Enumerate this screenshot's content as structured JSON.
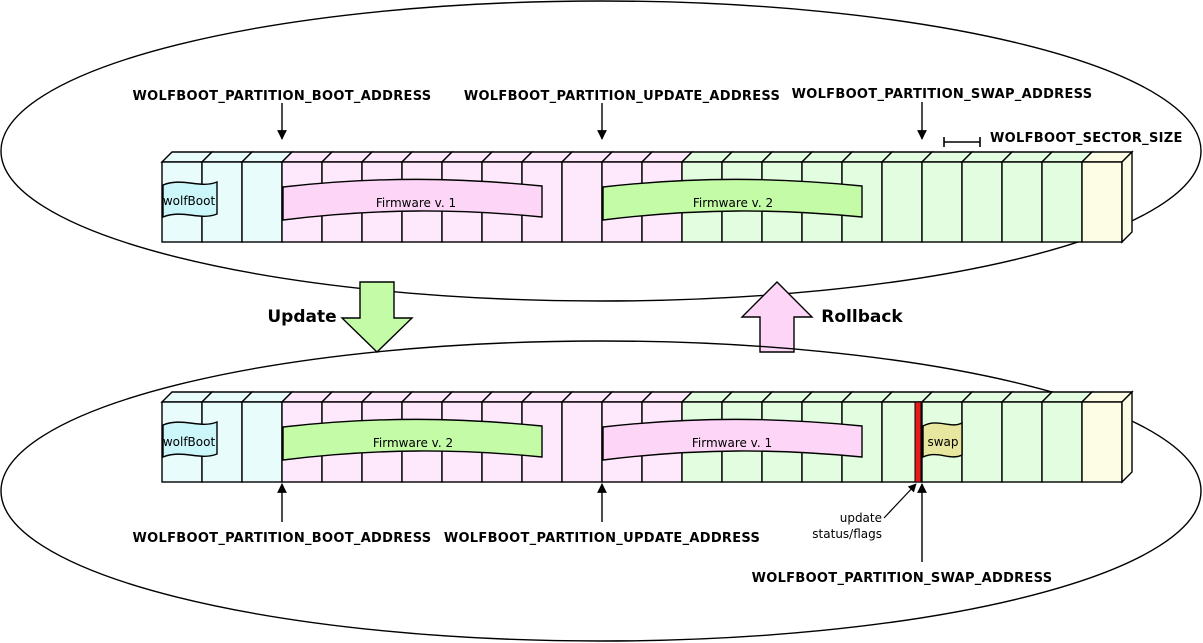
{
  "top": {
    "labels": {
      "boot": "WOLFBOOT_PARTITION_BOOT_ADDRESS",
      "update": "WOLFBOOT_PARTITION_UPDATE_ADDRESS",
      "swap": "WOLFBOOT_PARTITION_SWAP_ADDRESS",
      "sector": "WOLFBOOT_SECTOR_SIZE"
    },
    "bootloader": "wolfBoot",
    "boot_image": "Firmware v. 1",
    "update_image": "Firmware v. 2"
  },
  "transitions": {
    "update": "Update",
    "rollback": "Rollback"
  },
  "bottom": {
    "labels": {
      "boot": "WOLFBOOT_PARTITION_BOOT_ADDRESS",
      "update": "WOLFBOOT_PARTITION_UPDATE_ADDRESS",
      "swap": "WOLFBOOT_PARTITION_SWAP_ADDRESS"
    },
    "bootloader": "wolfBoot",
    "boot_image": "Firmware v. 2",
    "update_image": "Firmware v. 1",
    "swap_label": "swap",
    "flags_note_line1": "update",
    "flags_note_line2": "status/flags"
  },
  "colors": {
    "bootloader_region": "#e8fcfc",
    "bootloader_blob": "#ccf7fa",
    "boot_partition": "#fde9fb",
    "update_partition": "#e2fde0",
    "swap_partition": "#fdfde5",
    "firmware_v1": "#fdd6f7",
    "firmware_v2": "#c3fba7",
    "swap_blob": "#e7e79f",
    "flags_marker": "#e51b1b",
    "update_arrow": "#c3fba7",
    "rollback_arrow": "#fdd6f7"
  }
}
